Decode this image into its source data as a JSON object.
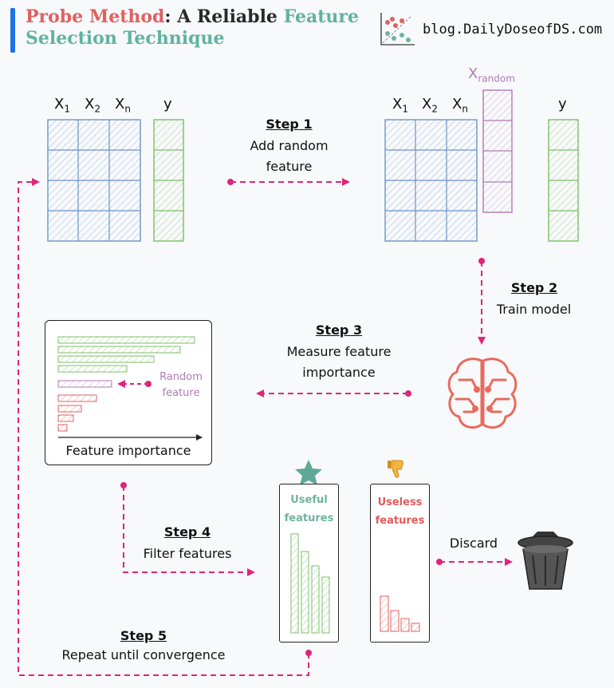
{
  "header": {
    "title_part1": "Probe Method",
    "title_part2": ": A Reliable ",
    "title_part3": "Feature",
    "title_line2": "Selection Technique",
    "blog": "blog.DailyDoseofDS.com"
  },
  "matrix_left": {
    "x1": "X",
    "x1_sub": "1",
    "x2": "X",
    "x2_sub": "2",
    "xn": "X",
    "xn_sub": "n",
    "y": "y"
  },
  "matrix_right": {
    "x1": "X",
    "x1_sub": "1",
    "x2": "X",
    "x2_sub": "2",
    "xn": "X",
    "xn_sub": "n",
    "y": "y",
    "xrandom": "X",
    "xrandom_sub": "random"
  },
  "steps": {
    "step1": {
      "title": "Step 1",
      "line1": "Add random",
      "line2": "feature"
    },
    "step2": {
      "title": "Step 2",
      "line1": "Train model"
    },
    "step3": {
      "title": "Step 3",
      "line1": "Measure feature",
      "line2": "importance"
    },
    "step4": {
      "title": "Step 4",
      "line1": "Filter features"
    },
    "step5": {
      "title": "Step 5",
      "line1": "Repeat until convergence"
    }
  },
  "importance_card": {
    "caption": "Feature importance",
    "random_line1": "Random",
    "random_line2": "feature"
  },
  "useful_card": {
    "line1": "Useful",
    "line2": "features"
  },
  "useless_card": {
    "line1": "Useless",
    "line2": "features"
  },
  "discard": "Discard",
  "icons": {
    "star": "star-icon",
    "thumbs_down": "thumbs-down-icon",
    "brain": "brain-circuit-icon",
    "trash": "trash-can-icon",
    "scatter": "scatter-plot-icon"
  },
  "colors": {
    "arrow": "#e0247a",
    "blue": "#6f93c8",
    "green": "#7cbf68",
    "purple": "#b07bb5",
    "red": "#e06060",
    "teal": "#5fb3a0"
  }
}
